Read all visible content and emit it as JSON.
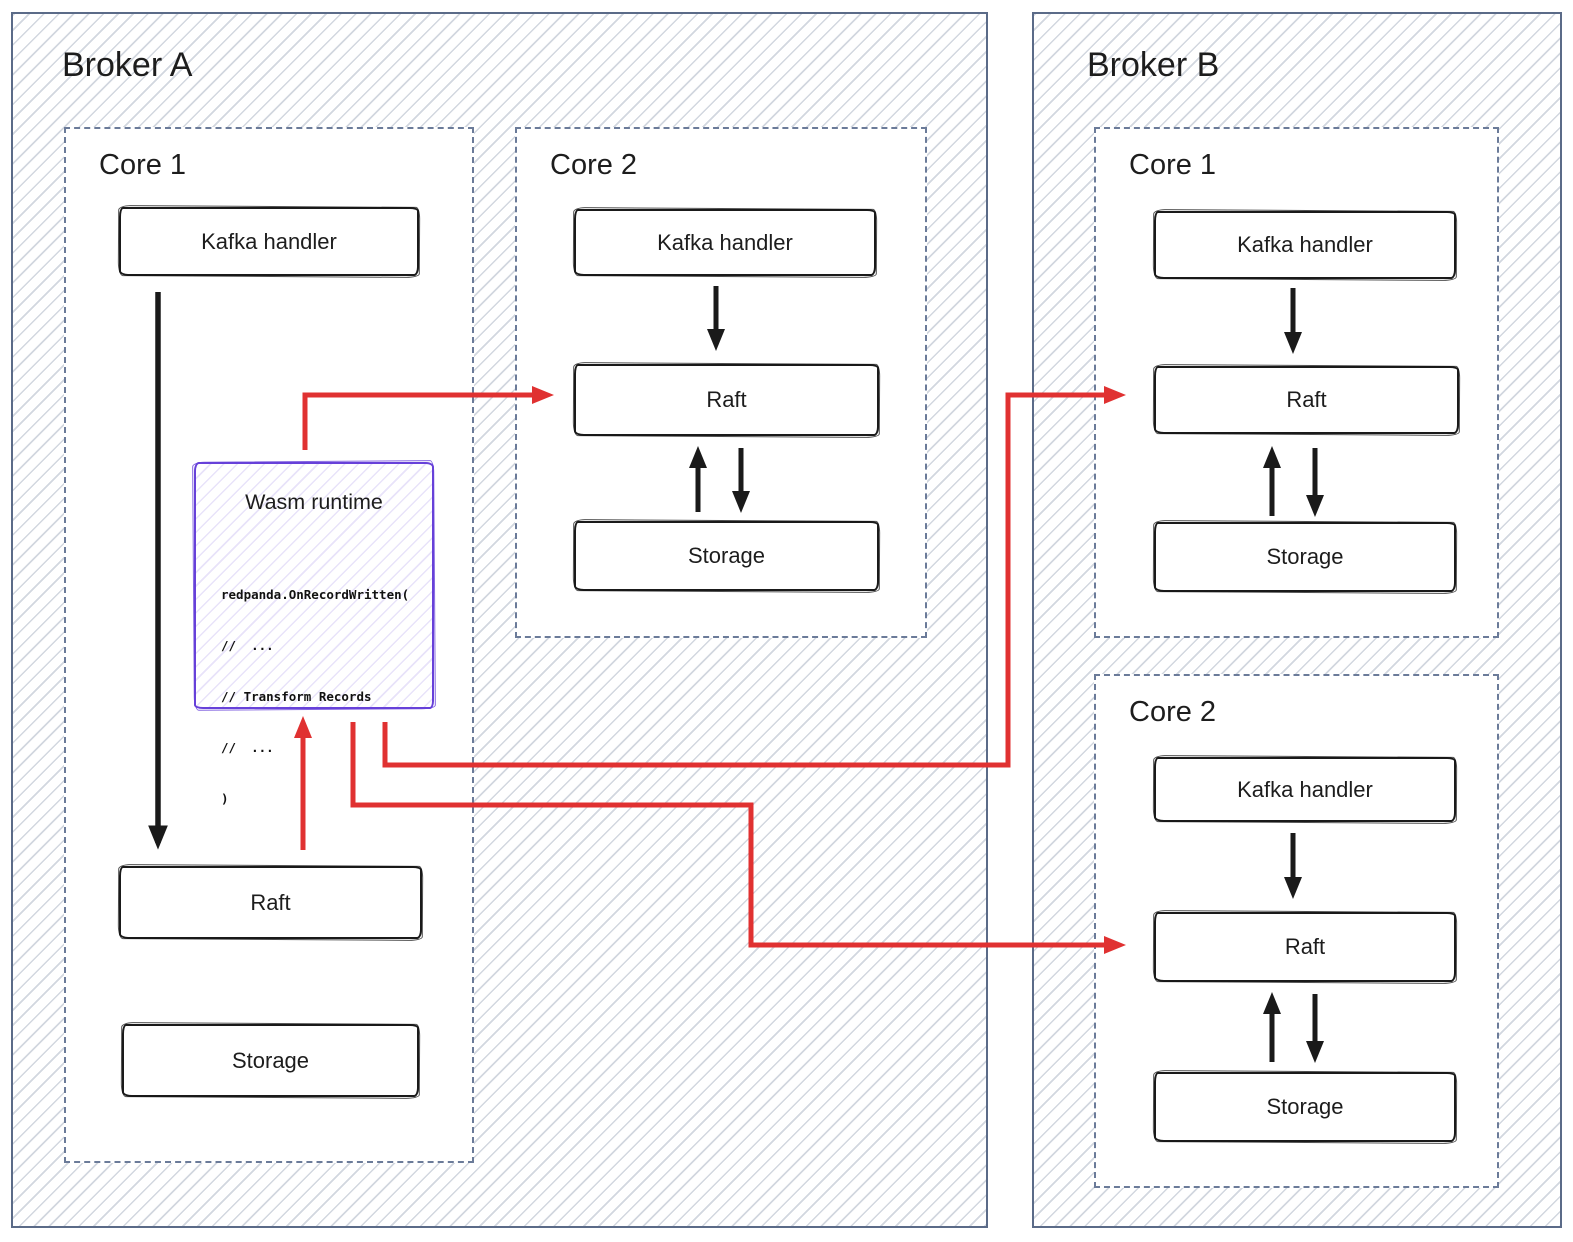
{
  "diagram": {
    "brokers": [
      {
        "title": "Broker A",
        "cores": [
          {
            "label": "Core 1",
            "kafka": "Kafka handler",
            "raft": "Raft",
            "storage": "Storage"
          },
          {
            "label": "Core 2",
            "kafka": "Kafka handler",
            "raft": "Raft",
            "storage": "Storage"
          }
        ]
      },
      {
        "title": "Broker B",
        "cores": [
          {
            "label": "Core 1",
            "kafka": "Kafka handler",
            "raft": "Raft",
            "storage": "Storage"
          },
          {
            "label": "Core 2",
            "kafka": "Kafka handler",
            "raft": "Raft",
            "storage": "Storage"
          }
        ]
      }
    ],
    "wasm": {
      "title": "Wasm runtime",
      "code": [
        "redpanda.OnRecordWritten(",
        "//  ...",
        "// Transform Records",
        "//  ...",
        ")"
      ]
    },
    "colors": {
      "arrow_red": "#e03131",
      "wasm_purple": "#6741d9",
      "frame_border": "#5b6b88",
      "core_dash": "#6b7b99",
      "sketch_ink": "#1a1a1a"
    }
  }
}
